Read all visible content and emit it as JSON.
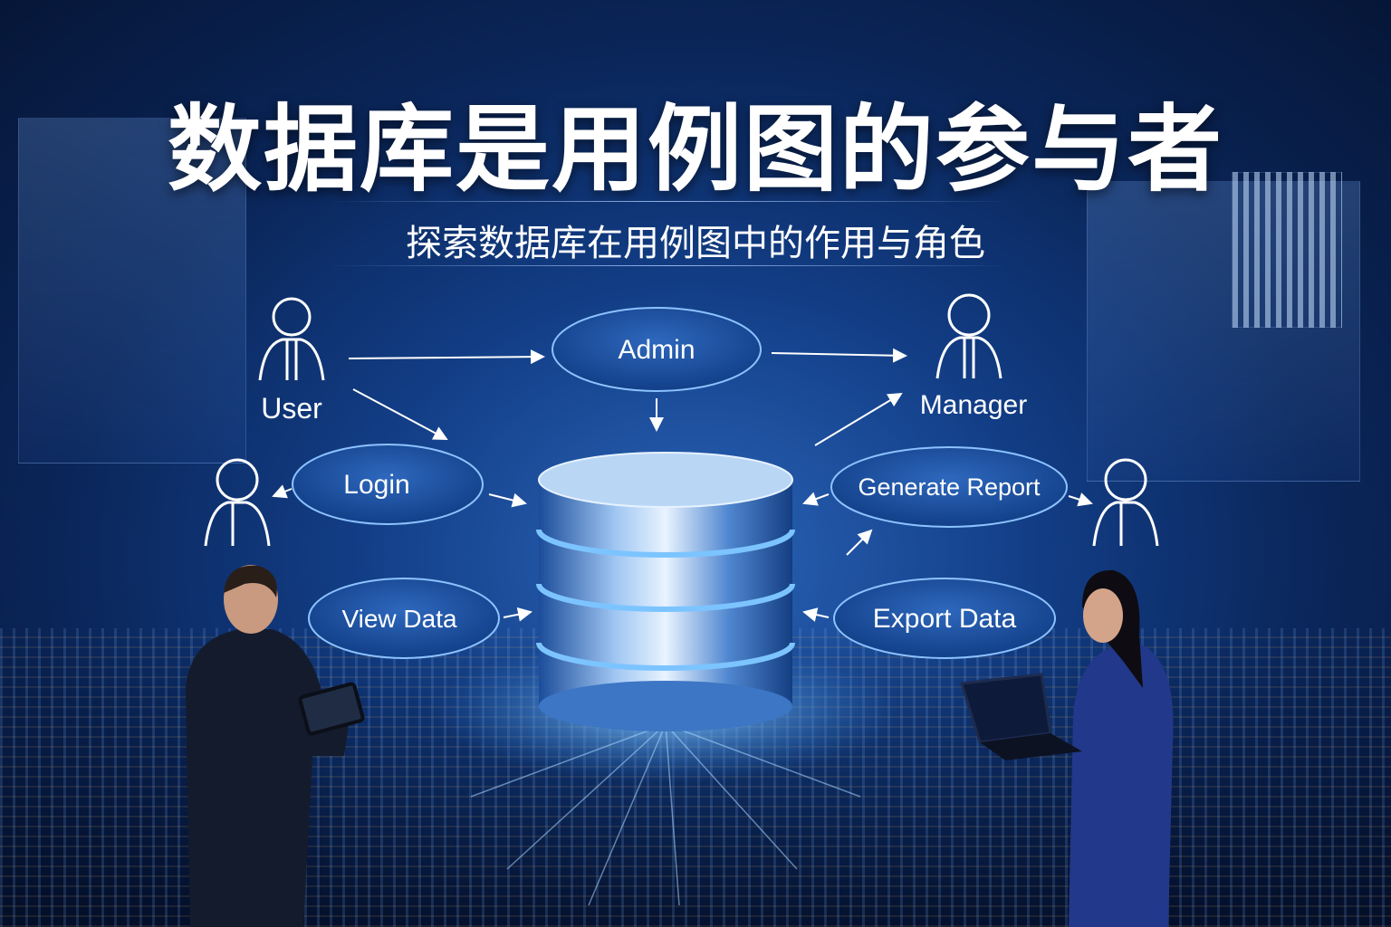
{
  "header": {
    "title": "数据库是用例图的参与者",
    "subtitle": "探索数据库在用例图中的作用与角色"
  },
  "actors": {
    "user": "User",
    "manager": "Manager"
  },
  "use_cases": {
    "admin": "Admin",
    "login": "Login",
    "view_data": "View Data",
    "generate_report": "Generate Report",
    "export_data": "Export Data"
  },
  "colors": {
    "background": "#0a2558",
    "ellipse_fill": "#1d4f9c",
    "accent": "#6fb6ff"
  }
}
